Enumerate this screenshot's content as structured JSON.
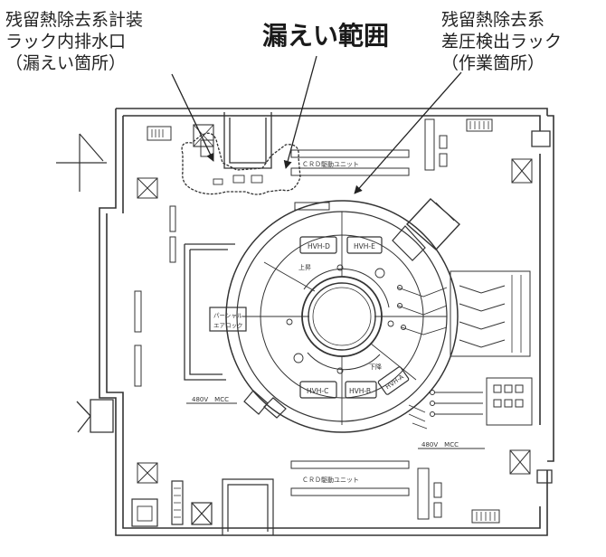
{
  "callouts": {
    "leak_source": [
      "残留熱除去系計装",
      "ラック内排水口",
      "（漏えい箇所）"
    ],
    "leak_area": "漏えい範囲",
    "work_location": [
      "残留熱除去系",
      "差圧検出ラック",
      "（作業箇所）"
    ]
  },
  "plan_labels": {
    "cro_top": "ＣＲＤ駆動ユニット",
    "cro_bottom": "ＣＲＤ駆動ユニット",
    "partial_airlock": [
      "パーシャル",
      "エアロック"
    ],
    "mcc_left": "480V　MCC",
    "mcc_right": "480V　MCC",
    "hvh": [
      "HVH-D",
      "HVH-E",
      "HVH-C",
      "HVH-B",
      "HVH-A"
    ],
    "up_mark": "上昇",
    "down_mark": "下降"
  },
  "colors": {
    "ink": "#333333",
    "hatch": "#555555",
    "background": "#ffffff"
  }
}
